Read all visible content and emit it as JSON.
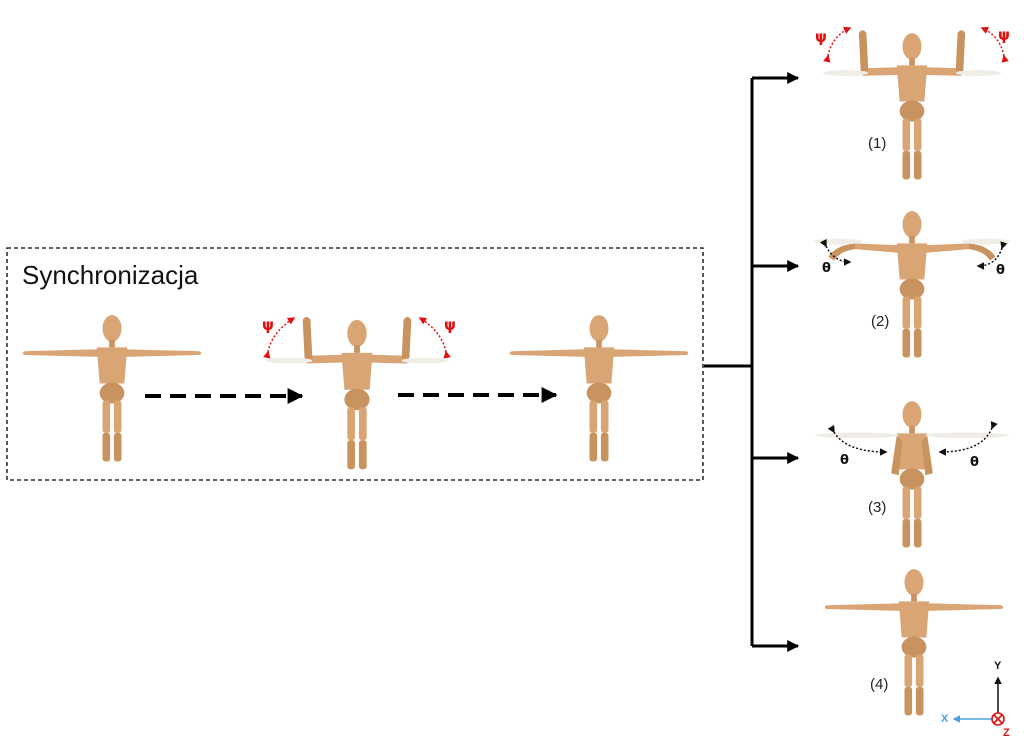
{
  "sync_box": {
    "title": "Synchronizacja"
  },
  "angles": {
    "psi": "ψ",
    "theta": "θ"
  },
  "poses": [
    {
      "label": "(1)"
    },
    {
      "label": "(2)"
    },
    {
      "label": "(3)"
    },
    {
      "label": "(4)"
    }
  ],
  "axes": {
    "y": "Y",
    "x": "X",
    "z": "Z"
  },
  "colors": {
    "wood": "#d9a574",
    "wood_dark": "#b9844f",
    "angle_red": "#e01010",
    "axis_x": "#4aa3d8",
    "axis_z": "#e01010"
  }
}
